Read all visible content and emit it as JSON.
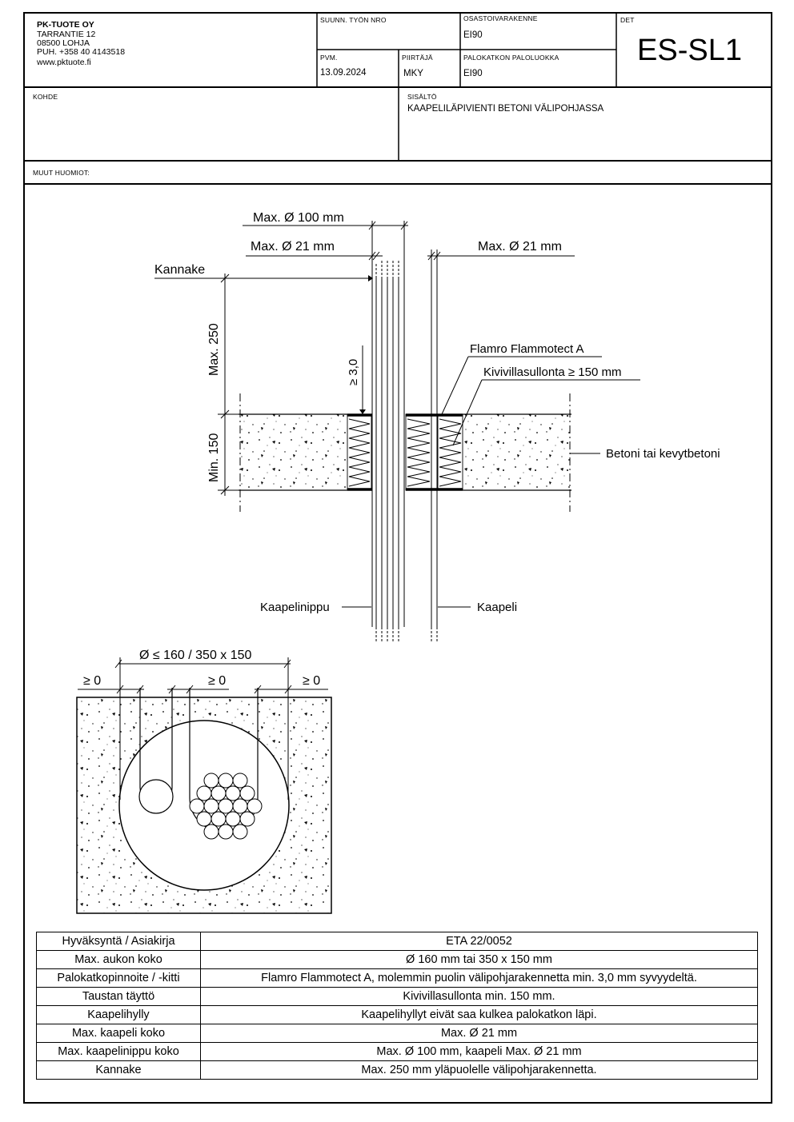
{
  "company": {
    "name": "PK-TUOTE OY",
    "address": "TARRANTIE 12",
    "postal": "08500 LOHJA",
    "phone": "PUH. +358 40 4143518",
    "web": "www.pktuote.fi"
  },
  "header": {
    "suunn_label": "SUUNN. TYÖN NRO",
    "suunn_value": "",
    "osasto_label": "OSASTOIVARAKENNE",
    "osasto_value": "EI90",
    "det_label": "DET",
    "det_value": "ES-SL1",
    "pvm_label": "PVM.",
    "pvm_value": "13.09.2024",
    "piirtaja_label": "PIIRTÄJÄ",
    "piirtaja_value": "MKY",
    "paloluokka_label": "PALOKATKON PALOLUOKKA",
    "paloluokka_value": "EI90",
    "kohde_label": "KOHDE",
    "kohde_value": "",
    "sisalto_label": "SISÄLTÖ",
    "sisalto_value": "KAAPELILÄPIVIENTI BETONI VÄLIPOHJASSA",
    "muut_label": "MUUT HUOMIOT:"
  },
  "section_drawing": {
    "dim_bundle": "Max. Ø 100 mm",
    "dim_cable_left": "Max. Ø 21 mm",
    "dim_cable_right": "Max. Ø 21 mm",
    "label_support": "Kannake",
    "dim_support": "Max. 250",
    "dim_depth": "≥ 3,0",
    "dim_slab": "Min. 150",
    "label_coating": "Flamro Flammotect A",
    "label_wool": "Kivivillasullonta ≥ 150 mm",
    "label_slab": "Betoni tai kevytbetoni",
    "label_bundle": "Kaapelinippu",
    "label_cable": "Kaapeli"
  },
  "plan_drawing": {
    "dim_opening": "Ø ≤ 160 / 350 x 150",
    "dim_gap_left": "≥ 0",
    "dim_gap_mid": "≥ 0",
    "dim_gap_right": "≥ 0"
  },
  "spec_table": [
    {
      "key": "Hyväksyntä / Asiakirja",
      "value": "ETA 22/0052"
    },
    {
      "key": "Max. aukon koko",
      "value": "Ø 160 mm tai 350 x 150 mm"
    },
    {
      "key": "Palokatkopinnoite / -kitti",
      "value": "Flamro Flammotect A, molemmin puolin välipohjarakennetta min. 3,0 mm syvyydeltä."
    },
    {
      "key": "Taustan täyttö",
      "value": "Kivivillasullonta min. 150 mm."
    },
    {
      "key": "Kaapelihylly",
      "value": "Kaapelihyllyt eivät saa kulkea palokatkon läpi."
    },
    {
      "key": "Max. kaapeli koko",
      "value": "Max. Ø 21 mm"
    },
    {
      "key": "Max. kaapelinippu koko",
      "value": "Max. Ø 100 mm, kaapeli Max. Ø 21 mm"
    },
    {
      "key": "Kannake",
      "value": "Max. 250 mm yläpuolelle välipohjarakennetta."
    }
  ]
}
